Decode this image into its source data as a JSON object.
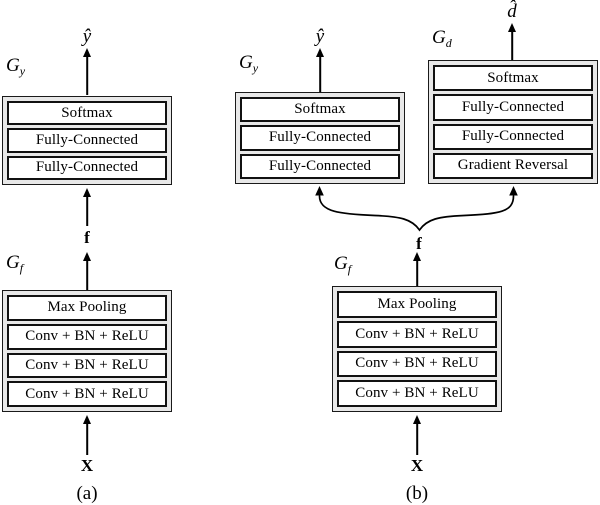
{
  "figure": {
    "background": "#ffffff",
    "module_fill": "#e8e8e8",
    "layer_fill": "#ffffff",
    "line_color": "#111111"
  },
  "panel_a": {
    "caption": "(a)",
    "input_label": "X",
    "feature_label": "f",
    "output_label": "ŷ",
    "classifier": {
      "name": "G",
      "subscript": "y",
      "layers": [
        "Softmax",
        "Fully-Connected",
        "Fully-Connected"
      ]
    },
    "feature_extractor": {
      "name": "G",
      "subscript": "f",
      "layers": [
        "Max Pooling",
        "Conv + BN + ReLU",
        "Conv + BN + ReLU",
        "Conv + BN + ReLU"
      ]
    }
  },
  "panel_b": {
    "caption": "(b)",
    "input_label": "X",
    "feature_label": "f",
    "class_output_label": "ŷ",
    "domain_output_label": "d̂",
    "classifier": {
      "name": "G",
      "subscript": "y",
      "layers": [
        "Softmax",
        "Fully-Connected",
        "Fully-Connected"
      ]
    },
    "domain_discriminator": {
      "name": "G",
      "subscript": "d",
      "layers": [
        "Softmax",
        "Fully-Connected",
        "Fully-Connected",
        "Gradient Reversal"
      ]
    },
    "feature_extractor": {
      "name": "G",
      "subscript": "f",
      "layers": [
        "Max Pooling",
        "Conv + BN + ReLU",
        "Conv + BN + ReLU",
        "Conv + BN + ReLU"
      ]
    }
  }
}
